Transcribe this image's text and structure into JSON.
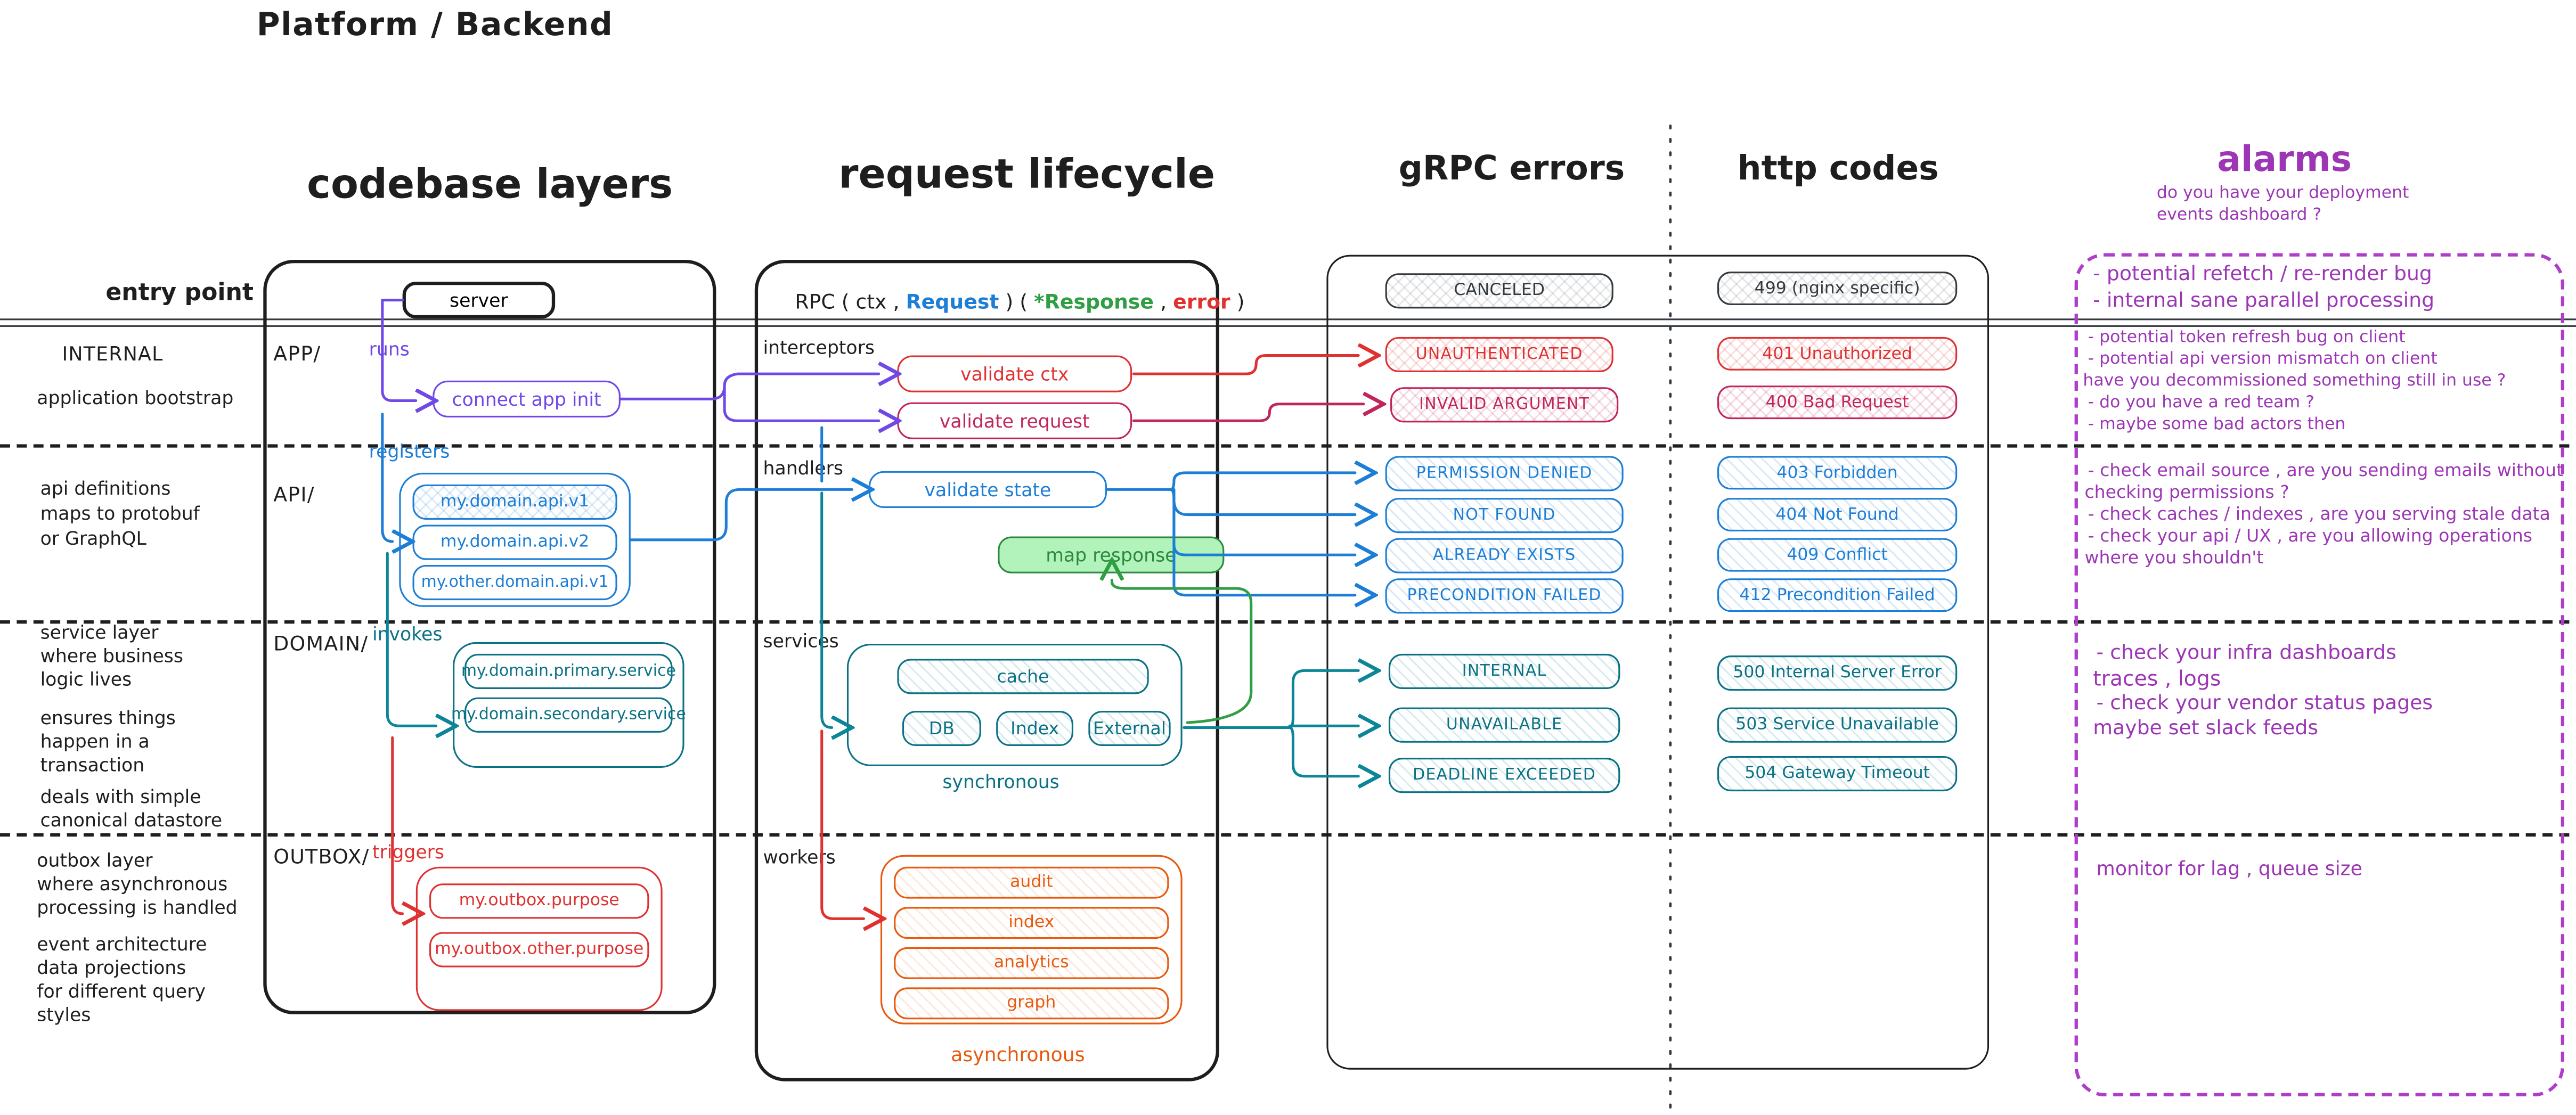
{
  "title": "Platform / Backend",
  "headers": {
    "codebase": "codebase layers",
    "lifecycle": "request lifecycle",
    "grpc": "gRPC errors",
    "http": "http codes",
    "alarms": "alarms",
    "alarms_note": [
      "do you have your deployment",
      "events dashboard ?"
    ]
  },
  "left": {
    "entry_point": "entry point",
    "internal": "INTERNAL",
    "bootstrap": "application bootstrap",
    "api": [
      "api definitions",
      "maps to protobuf",
      "or GraphQL"
    ],
    "domain_a": [
      "service layer",
      "where business",
      "logic lives"
    ],
    "domain_b": [
      "ensures things",
      "happen in a",
      "transaction"
    ],
    "domain_c": [
      "deals with simple",
      "canonical datastore"
    ],
    "outbox_a": [
      "outbox layer",
      "where asynchronous",
      "processing is handled"
    ],
    "outbox_b": [
      "event architecture",
      "data projections",
      "for different query",
      "styles"
    ]
  },
  "codebase": {
    "server": "server",
    "app_dir": "APP/",
    "runs": "runs",
    "connect": "connect app init",
    "registers": "registers",
    "api_dir": "API/",
    "api_v1": "my.domain.api.v1",
    "api_v2": "my.domain.api.v2",
    "api_other": "my.other.domain.api.v1",
    "domain_dir": "DOMAIN/",
    "invokes": "invokes",
    "svc_primary": "my.domain.primary.service",
    "svc_secondary": "my.domain.secondary.service",
    "outbox_dir": "OUTBOX/",
    "triggers": "triggers",
    "outbox_1": "my.outbox.purpose",
    "outbox_2": "my.outbox.other.purpose"
  },
  "lifecycle": {
    "sig_rpc": "RPC ( ctx ,",
    "sig_request": "Request",
    "sig_mid": ") (",
    "sig_response": "*Response",
    "sig_comma": ",",
    "sig_error": "error",
    "sig_close": ")",
    "interceptors": "interceptors",
    "validate_ctx": "validate ctx",
    "validate_request": "validate request",
    "handlers": "handlers",
    "validate_state": "validate state",
    "map_response": "map response",
    "services": "services",
    "cache": "cache",
    "db": "DB",
    "index": "Index",
    "external": "External",
    "synchronous": "synchronous",
    "workers": "workers",
    "worker_1": "audit",
    "worker_2": "index",
    "worker_3": "analytics",
    "worker_4": "graph",
    "asynchronous": "asynchronous"
  },
  "grpc": {
    "canceled": "CANCELED",
    "unauthenticated": "UNAUTHENTICATED",
    "invalid_argument": "INVALID ARGUMENT",
    "permission_denied": "PERMISSION DENIED",
    "not_found": "NOT FOUND",
    "already_exists": "ALREADY EXISTS",
    "precondition_failed": "PRECONDITION FAILED",
    "internal": "INTERNAL",
    "unavailable": "UNAVAILABLE",
    "deadline_exceeded": "DEADLINE EXCEEDED"
  },
  "http": {
    "c499": "499 (nginx specific)",
    "c401": "401 Unauthorized",
    "c400": "400 Bad Request",
    "c403": "403 Forbidden",
    "c404": "404 Not Found",
    "c409": "409 Conflict",
    "c412": "412 Precondition Failed",
    "c500": "500 Internal Server Error",
    "c503": "503 Service Unavailable",
    "c504": "504 Gateway Timeout"
  },
  "alarms": {
    "entry": [
      "- potential refetch / re-render bug",
      "- internal sane parallel processing"
    ],
    "app": [
      "- potential token refresh bug on client",
      "- potential api version mismatch on client",
      "have you decommissioned something still in use ?",
      "- do you have a red team ?",
      "- maybe some bad actors then"
    ],
    "api": [
      "- check email source , are you sending emails without",
      "checking permissions ?",
      "- check caches / indexes , are you serving stale data",
      "- check your api / UX , are you allowing operations",
      "where you shouldn't"
    ],
    "domain": [
      "- check your infra dashboards",
      "traces , logs",
      "- check your vendor status pages",
      "maybe set slack feeds"
    ],
    "outbox": [
      "monitor for lag , queue size"
    ]
  },
  "colors": {
    "ink": "#1e1e1e",
    "purple": "#7048e8",
    "blue": "#1c7ed6",
    "teal": "#0b7285",
    "red": "#e03131",
    "crimson": "#c2255c",
    "green": "#2f9e44",
    "green_fill": "#b2f2bb",
    "orange": "#e8590c",
    "alarm_purple": "#9c36b5",
    "gray": "#343a40"
  }
}
